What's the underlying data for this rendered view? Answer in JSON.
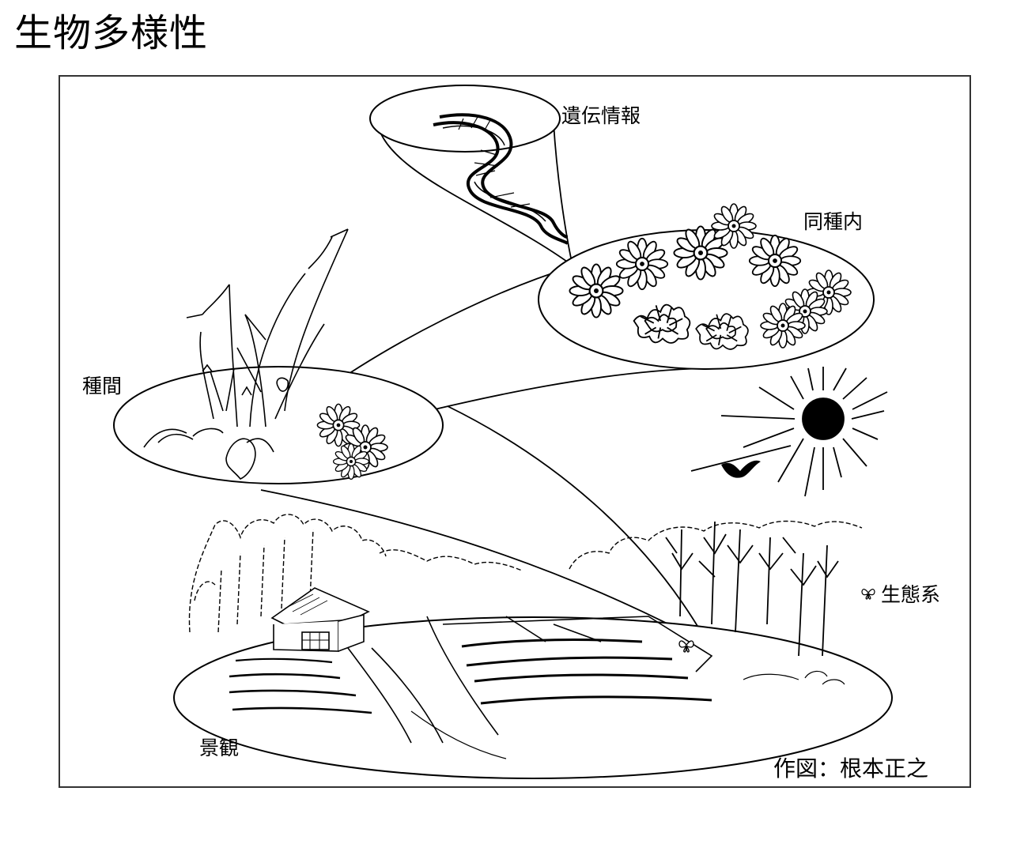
{
  "title": "生物多様性",
  "labels": {
    "genetic": "遺伝情報",
    "within_species": "同種内",
    "between_species": "種間",
    "ecosystem": "生態系",
    "landscape": "景観"
  },
  "credit": "作図：根本正之",
  "icons": {
    "dna": "dna-helix-icon",
    "flower": "daisy-flower-icon",
    "sun": "sun-icon",
    "bird": "bird-icon",
    "butterfly": "butterfly-icon",
    "house": "thatched-house-icon"
  },
  "colors": {
    "ink": "#000000",
    "background": "#ffffff",
    "frame": "#333333"
  }
}
